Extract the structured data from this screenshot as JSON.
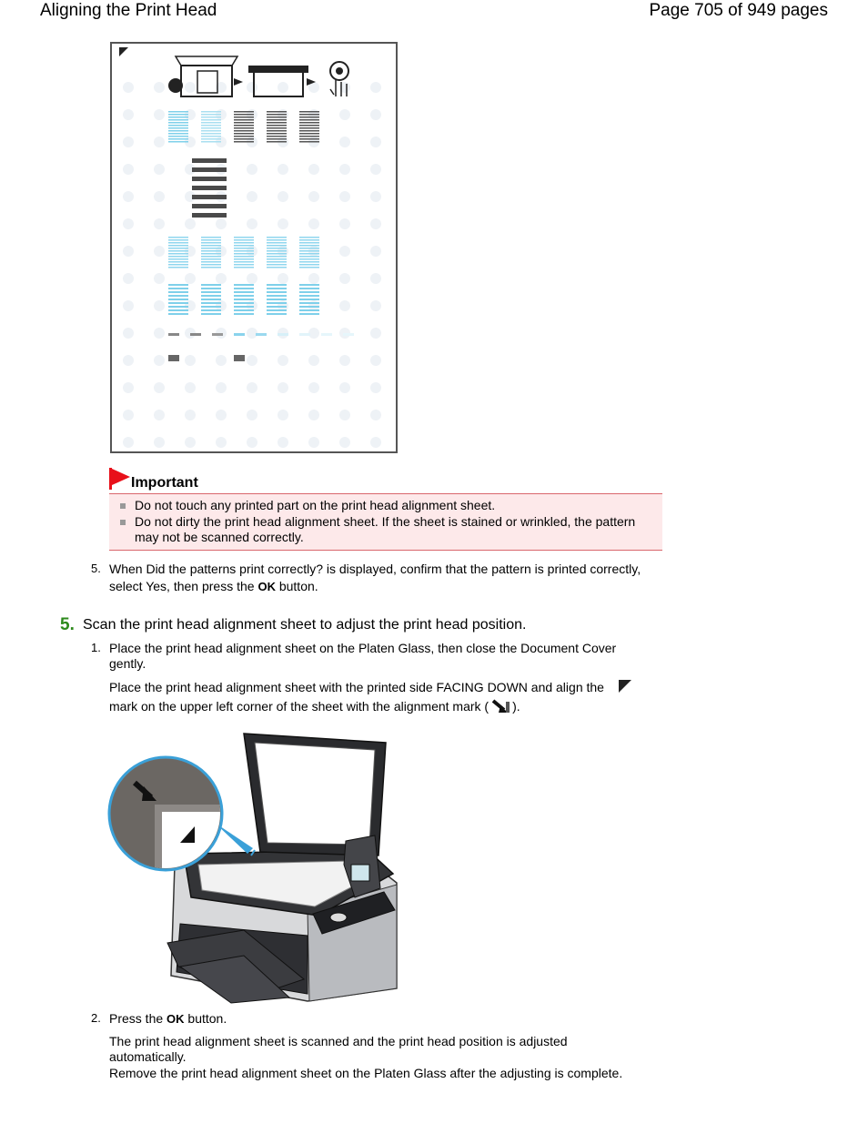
{
  "header": {
    "title": "Aligning the Print Head",
    "page_info": "Page 705 of 949 pages"
  },
  "important": {
    "title": "Important",
    "items": [
      "Do not touch any printed part on the print head alignment sheet.",
      "Do not dirty the print head alignment sheet. If the sheet is stained or wrinkled, the pattern",
      "may not be scanned correctly."
    ]
  },
  "substep5": {
    "number": "5.",
    "line1": "When Did the patterns print correctly? is displayed, confirm that the pattern is printed correctly,",
    "line2_pre": "select Yes, then press the",
    "ok": "OK",
    "line2_post": "button."
  },
  "step5": {
    "number": "5.",
    "text": "Scan the print head alignment sheet to adjust the print head position."
  },
  "sub1": {
    "number": "1.",
    "line1": "Place the print head alignment sheet on the Platen Glass, then close the Document Cover",
    "line2": "gently.",
    "para_line1": "Place the print head alignment sheet with the printed side FACING DOWN and align the",
    "para_line2_pre": "mark on the upper left corner of the sheet with the alignment mark (",
    "para_line2_post": ")."
  },
  "sub2": {
    "number": "2.",
    "pre": "Press the",
    "ok": "OK",
    "post": "button.",
    "para_line1": "The print head alignment sheet is scanned and the print head position is adjusted",
    "para_line2": "automatically.",
    "para_line3": "Remove the print head alignment sheet on the Platen Glass after the adjusting is complete."
  },
  "colors": {
    "step_green": "#2d8a1c",
    "important_bg": "#fde9ea",
    "important_border": "#d9666c",
    "flag_red": "#e8101a"
  }
}
